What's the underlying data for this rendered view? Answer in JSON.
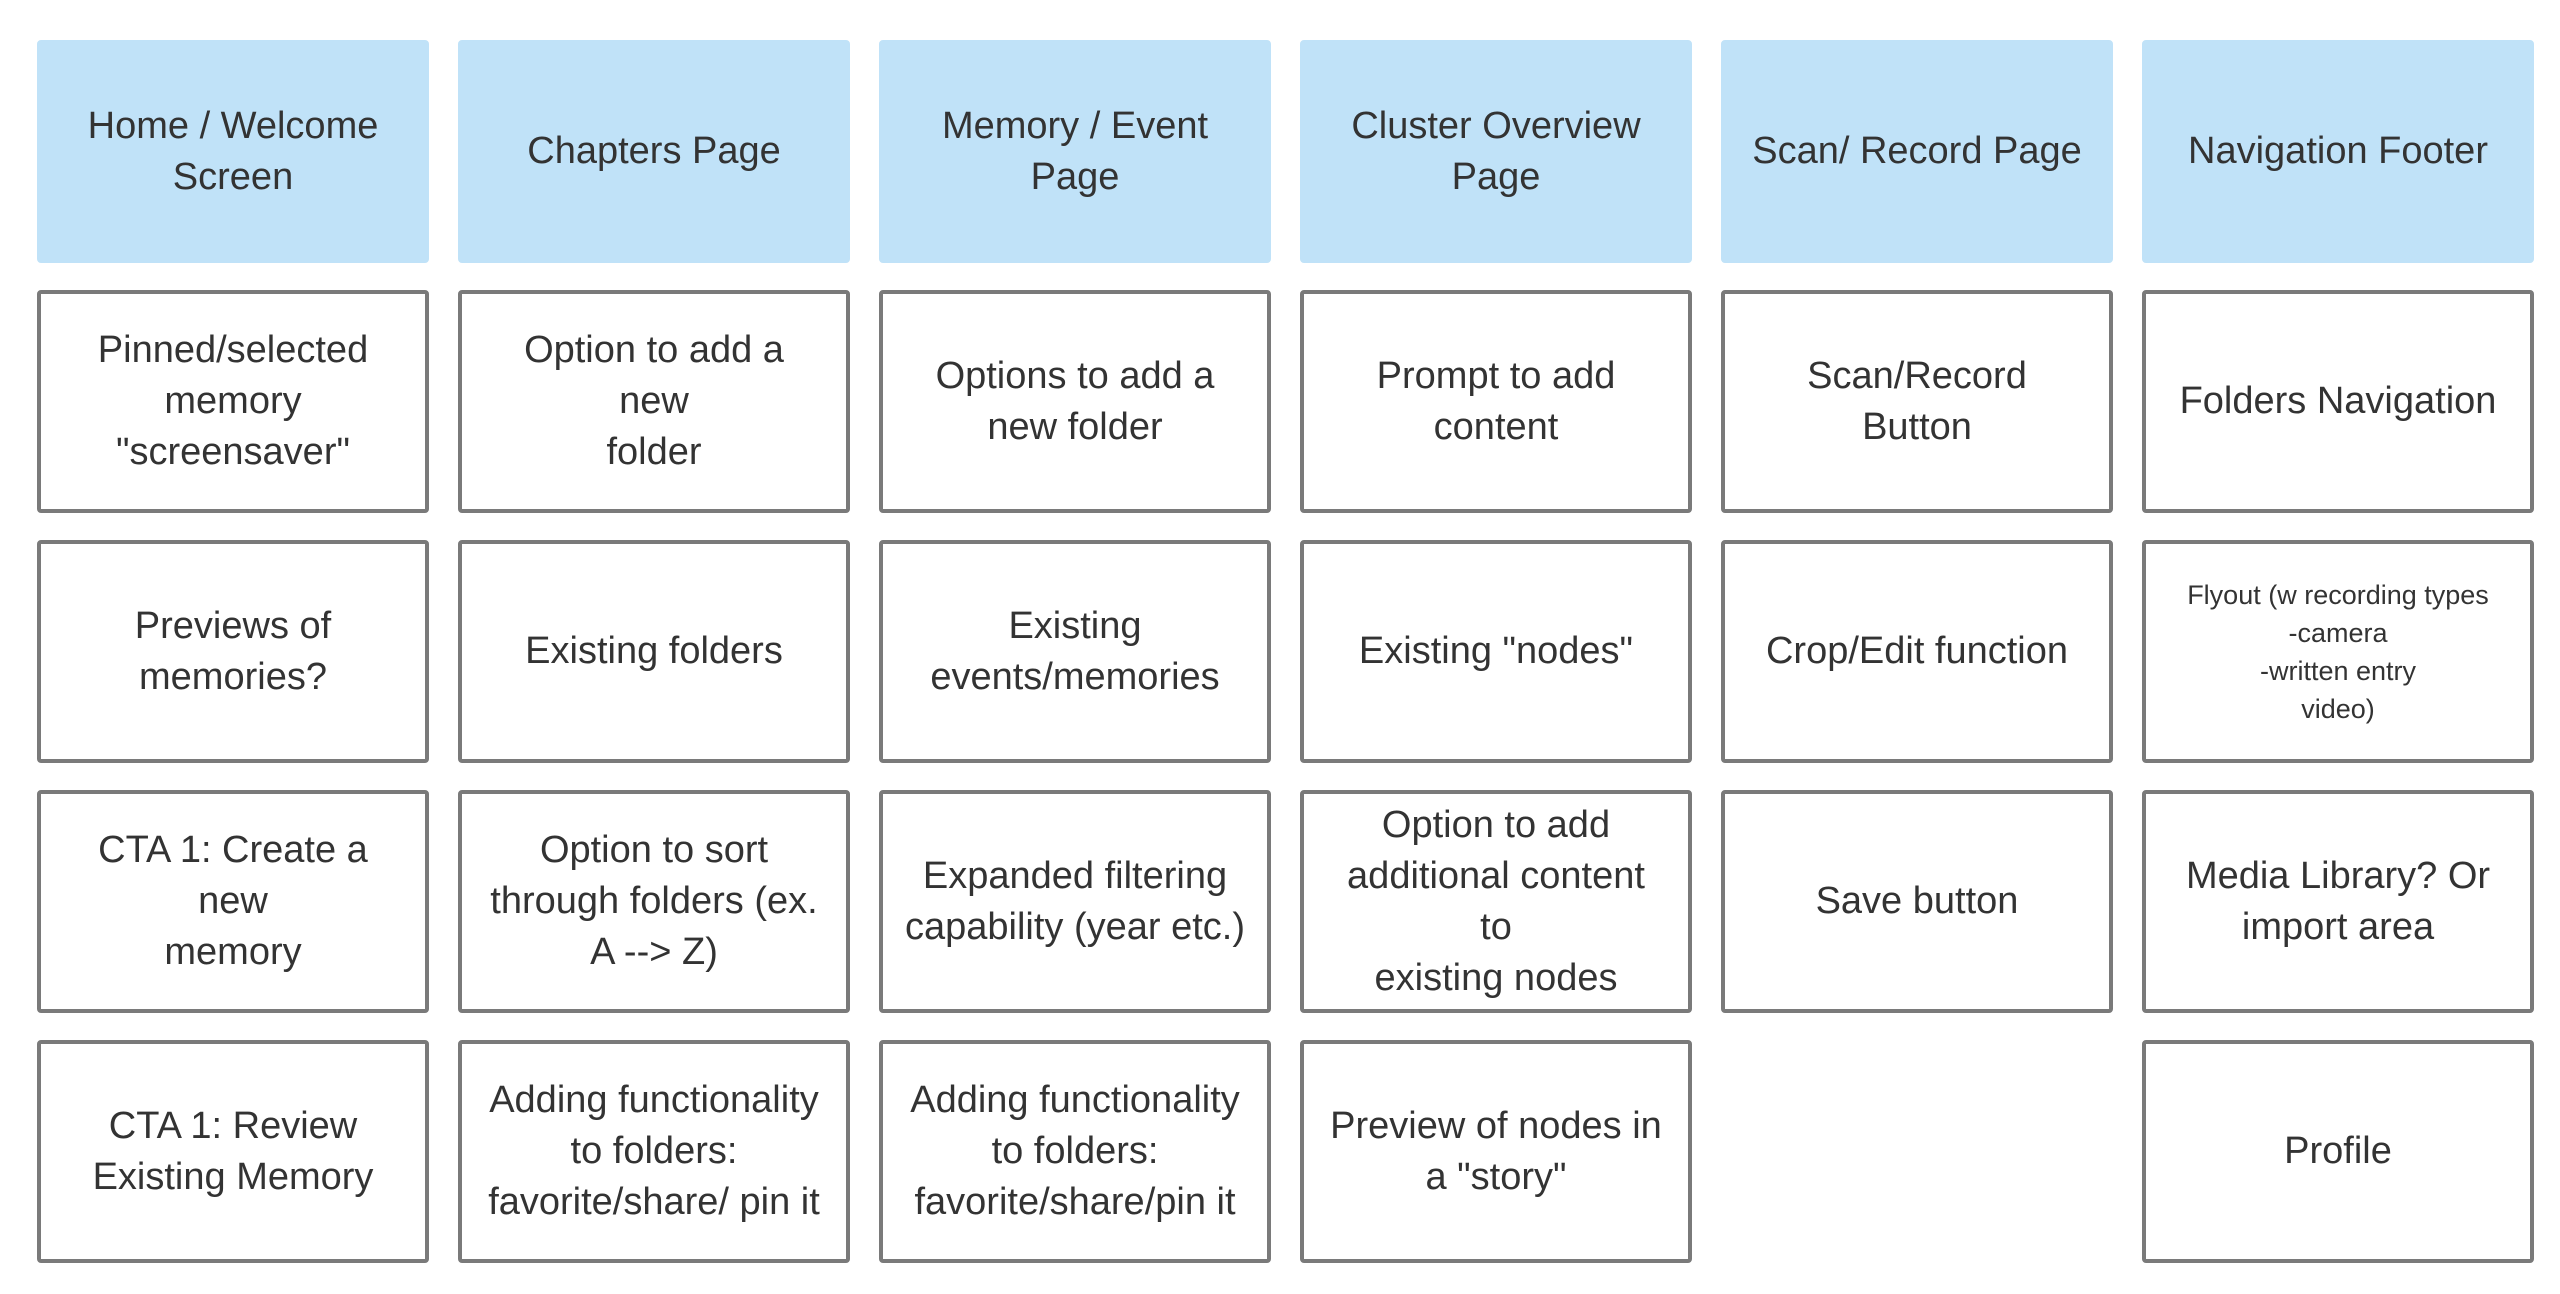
{
  "columns": [
    {
      "header": "Home / Welcome\nScreen",
      "items": [
        "Pinned/selected\nmemory\n\"screensaver\"",
        "Previews of\nmemories?",
        "CTA 1: Create a new\nmemory",
        "CTA 1: Review\nExisting Memory"
      ]
    },
    {
      "header": "Chapters Page",
      "items": [
        "Option to add a new\nfolder",
        "Existing folders",
        "Option to sort\nthrough folders (ex.\nA --> Z)",
        "Adding functionality\nto folders:\nfavorite/share/ pin it"
      ]
    },
    {
      "header": "Memory / Event\nPage",
      "items": [
        "Options to add a\nnew folder",
        "Existing\nevents/memories",
        "Expanded filtering\ncapability (year etc.)",
        "Adding functionality\nto folders:\nfavorite/share/pin it"
      ]
    },
    {
      "header": "Cluster Overview\nPage",
      "items": [
        "Prompt to add\ncontent",
        "Existing \"nodes\"",
        "Option to add\nadditional content to\nexisting nodes",
        "Preview of nodes in\na \"story\""
      ]
    },
    {
      "header": "Scan/ Record Page",
      "items": [
        "Scan/Record Button",
        "Crop/Edit function",
        "Save button"
      ]
    },
    {
      "header": "Navigation Footer",
      "items": [
        "Folders Navigation",
        "Flyout (w recording types\n-camera\n-written entry\nvideo)",
        "Media Library? Or\nimport area",
        "Profile"
      ]
    }
  ]
}
